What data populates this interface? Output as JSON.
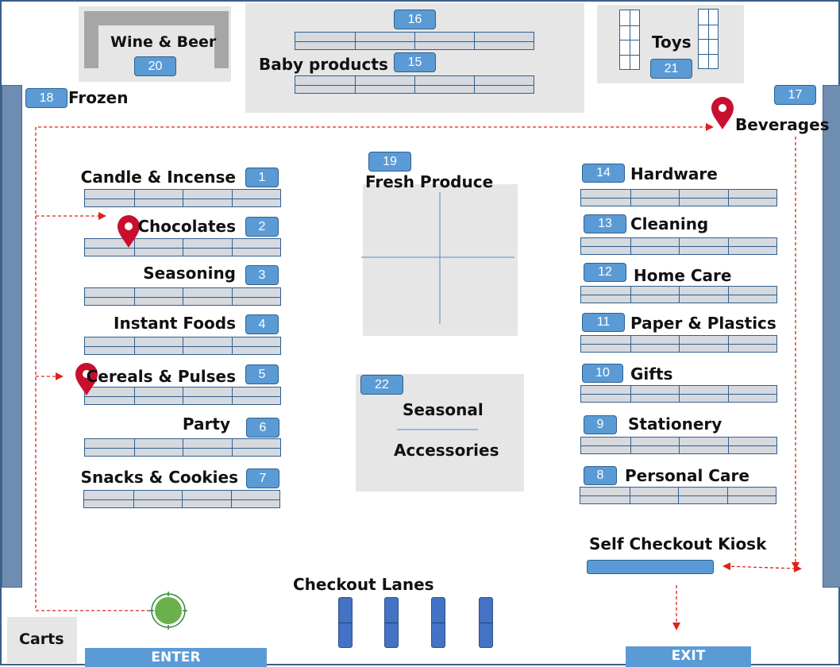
{
  "sections": [
    {
      "num": "1",
      "label": "Candle & Incense"
    },
    {
      "num": "2",
      "label": "Chocolates"
    },
    {
      "num": "3",
      "label": "Seasoning"
    },
    {
      "num": "4",
      "label": "Instant Foods"
    },
    {
      "num": "5",
      "label": "Cereals & Pulses"
    },
    {
      "num": "6",
      "label": "Party"
    },
    {
      "num": "7",
      "label": "Snacks & Cookies"
    },
    {
      "num": "8",
      "label": "Personal Care"
    },
    {
      "num": "9",
      "label": "Stationery"
    },
    {
      "num": "10",
      "label": "Gifts"
    },
    {
      "num": "11",
      "label": "Paper & Plastics"
    },
    {
      "num": "12",
      "label": "Home Care"
    },
    {
      "num": "13",
      "label": "Cleaning"
    },
    {
      "num": "14",
      "label": "Hardware"
    },
    {
      "num": "15",
      "label": "Baby products"
    },
    {
      "num": "16",
      "label": ""
    },
    {
      "num": "17",
      "label": "Beverages"
    },
    {
      "num": "18",
      "label": "Frozen"
    },
    {
      "num": "19",
      "label": "Fresh Produce"
    },
    {
      "num": "20",
      "label": "Wine & Beer"
    },
    {
      "num": "21",
      "label": "Toys"
    },
    {
      "num": "22",
      "label": "Seasonal"
    }
  ],
  "seasonal_second_line": "Accessories",
  "areas": {
    "self_checkout": "Self Checkout Kiosk",
    "checkout_lanes": "Checkout Lanes",
    "carts": "Carts",
    "enter": "ENTER",
    "exit": "EXIT"
  },
  "colors": {
    "number_tag": "#5b9bd5",
    "shelf": "#d6d9de",
    "route": "#e0201b",
    "pin": "#c8102e",
    "cart_marker": "#6ab04c",
    "lane": "#4472c4"
  },
  "icons": [
    "map-pin-icon",
    "cart-location-icon"
  ]
}
